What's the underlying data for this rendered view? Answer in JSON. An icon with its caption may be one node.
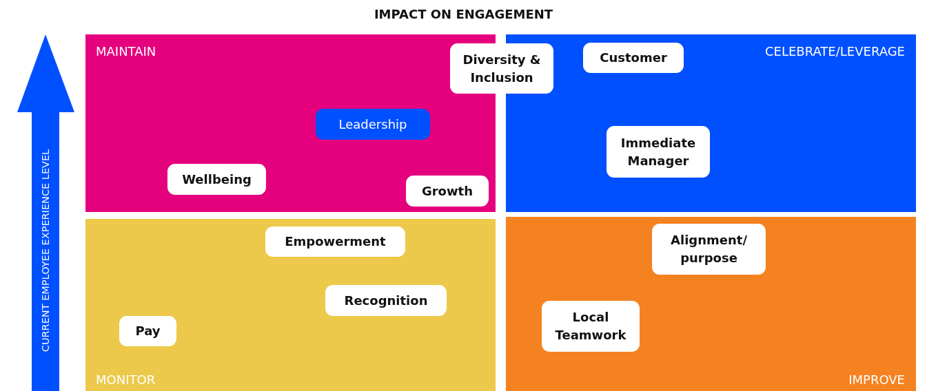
{
  "diagram": {
    "title": "IMPACT ON ENGAGEMENT",
    "nodes": [
      {
        "text": [
          "MAINTAIN"
        ]
      },
      {
        "text": [
          "CELEBRATE/LEVERAGE"
        ]
      },
      {
        "text": [
          "Diversity & Inclusion"
        ]
      },
      {
        "text": [
          "Customer"
        ],
        "in": 1
      },
      {
        "text": [
          "Leadership"
        ],
        "in": 0
      },
      {
        "text": [
          "Immediate Manager"
        ],
        "in": 1
      },
      {
        "text": [
          "Wellbeing"
        ],
        "in": 0
      },
      {
        "text": [
          "Growth"
        ],
        "in": 0
      },
      {
        "text": [
          "MONITOR"
        ]
      },
      {
        "text": [
          "IMPROVE"
        ]
      },
      {
        "text": [
          "Empowerment"
        ],
        "in": 8
      },
      {
        "text": [
          "Alignment/ purpose"
        ],
        "in": 9
      },
      {
        "text": [
          "Recognition"
        ],
        "in": 8
      },
      {
        "text": [
          "Local Teamwork"
        ],
        "in": 9
      },
      {
        "text": [
          "Pay"
        ],
        "in": 8
      }
    ],
    "labels": [
      "CURRENT EMPLOYEE EXPERIENCE LEVEL"
    ]
  }
}
